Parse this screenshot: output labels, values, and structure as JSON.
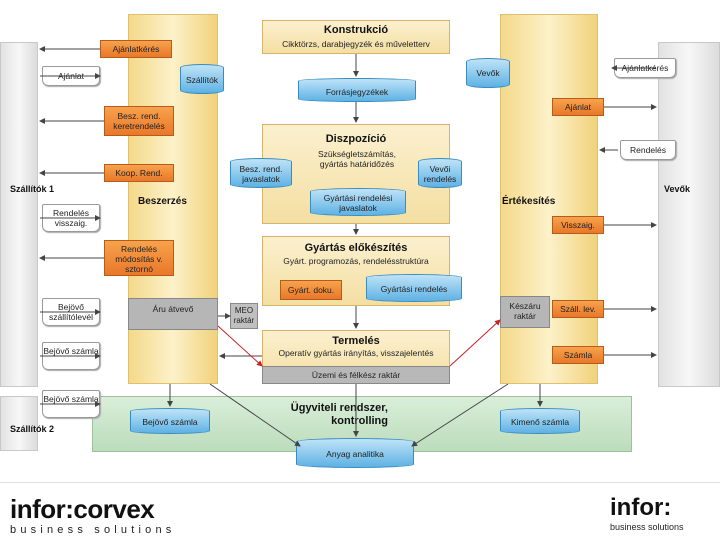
{
  "left_column": {
    "label1": "Szállítók 1",
    "label2": "Szállítók 2"
  },
  "right_column": {
    "label": "Vevők"
  },
  "purchasing": {
    "title": "Beszerzés",
    "goods_in": "Áru átvevő"
  },
  "sales": {
    "title": "Értékesítés",
    "finished_goods": "Készáru raktár"
  },
  "construction": {
    "title": "Konstrukció",
    "subtitle": "Cikktörzs, darabjegyzék és műveletterv",
    "db": "Forrásjegyzékek"
  },
  "disposition": {
    "title": "Diszpozíció",
    "subtitle": "Szükségletszámítás, gyártás határidőzés",
    "db_left": "Besz. rend. javaslatok",
    "db_right": "Vevői rendelés",
    "db_center": "Gyártási rendelési javaslatok"
  },
  "prep": {
    "title": "Gyártás előkészítés",
    "subtitle": "Gyárt. programozás, rendelésstruktúra",
    "box_left": "Gyárt. doku.",
    "db_right": "Gyártási rendelés"
  },
  "production": {
    "title": "Termelés",
    "subtitle": "Operatív gyártás irányítás, visszajelentés",
    "bar": "Üzemi és félkész raktár"
  },
  "meo": "MEO raktár",
  "erp": {
    "title": "Ügyviteli rendszer, kontrolling",
    "db_left": "Bejövő számla",
    "db_right": "Kimenő számla",
    "db_bottom": "Anyag analitika"
  },
  "suppliers_db": "Szállítók",
  "customers_db": "Vevők",
  "left_docs": [
    "Ajánlat",
    "Rendelés visszaig.",
    "Bejövő szállítólevél",
    "Bejövő számla",
    "Bejövő számla"
  ],
  "left_orange": [
    "Ajánlatkérés",
    "Besz. rend. keretrendelés",
    "Koop. Rend.",
    "Rendelés módosítás v. sztornó"
  ],
  "right_docs": [
    "Ajánlatkérés",
    "Rendelés"
  ],
  "right_orange": [
    "Ajánlat",
    "Visszaig.",
    "Száll. lev.",
    "Számla"
  ],
  "footer": {
    "left_brand": "infor:corvex",
    "left_tag": "business solutions",
    "right_brand": "infor:",
    "right_tag": "business solutions"
  },
  "colors": {
    "orange": "#ec8132",
    "blue": "#5eb2e4",
    "yellow": "#fdf1c9",
    "green": "#cfe7cf"
  }
}
